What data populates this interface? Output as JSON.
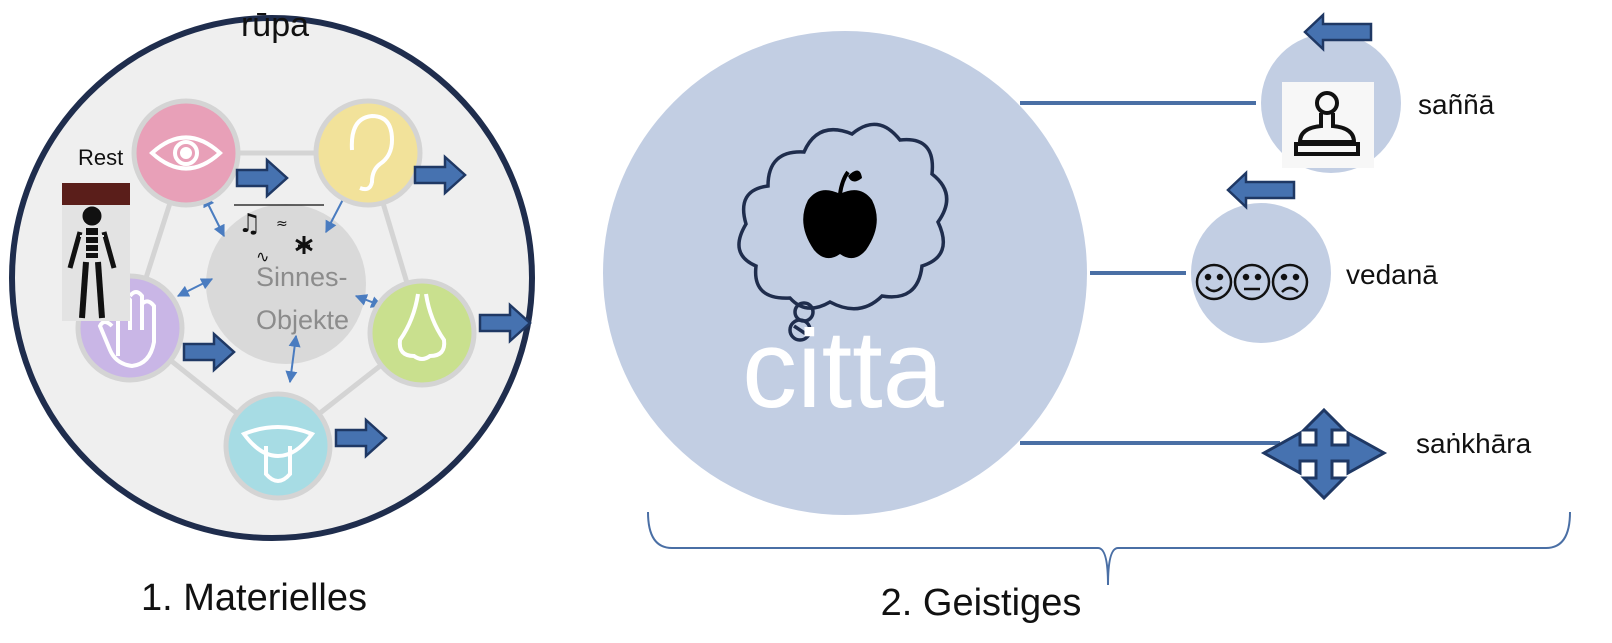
{
  "rupa": {
    "title": "rūpa",
    "center_label_line1": "Sinnes-",
    "center_label_line2": "Objekte",
    "rest_label": "Rest",
    "senses": [
      {
        "name": "eye",
        "color": "#E8A0B8",
        "icon": "eye-icon"
      },
      {
        "name": "ear",
        "color": "#F2E29A",
        "icon": "ear-icon"
      },
      {
        "name": "nose",
        "color": "#C9E08E",
        "icon": "nose-icon"
      },
      {
        "name": "tongue",
        "color": "#A7DCE4",
        "icon": "tongue-icon"
      },
      {
        "name": "touch",
        "color": "#C9B6E6",
        "icon": "hand-icon"
      }
    ],
    "caption": "1. Materielles"
  },
  "citta": {
    "label": "citta",
    "thought_icon": "apple-icon",
    "caption": "2. Geistiges",
    "factors": [
      {
        "key": "sanna",
        "label": "saññā",
        "icon": "stamp-icon"
      },
      {
        "key": "vedana",
        "label": "vedanā",
        "icon": "faces-icon",
        "faces": "☺😐☹"
      },
      {
        "key": "sankhara",
        "label": "saṅkhāra",
        "icon": "four-way-arrow-icon"
      }
    ]
  },
  "colors": {
    "circle_fill": "#C2CEE3",
    "arrow_fill": "#4672B0",
    "arrow_stroke": "#1F3864",
    "line": "#4A6FA5",
    "rupa_border": "#1F2D4D",
    "rupa_fill": "#EFEFEF"
  }
}
